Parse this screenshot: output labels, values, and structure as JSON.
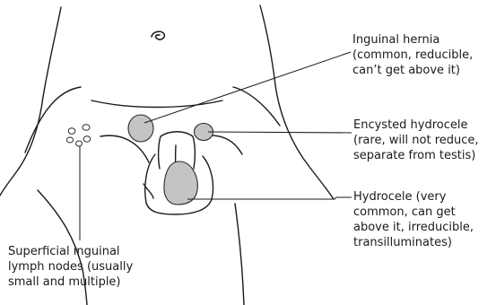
{
  "labels": {
    "inguinal_hernia": [
      "Inguinal hernia",
      "(common, reducible,",
      "can’t get above it)"
    ],
    "encysted_hydrocele": [
      "Encysted hydrocele",
      "(rare, will not reduce,",
      "separate from testis)"
    ],
    "hydrocele": [
      "Hydrocele (very",
      "common, can get",
      "above it, irreducible,",
      "transilluminates)"
    ],
    "lymph_nodes": [
      "Superficial inguinal",
      "lymph nodes (usually",
      "small and multiple)"
    ]
  },
  "colors": {
    "line": "#1a1a1a",
    "mass_fill": "#c4c4c4",
    "background": "#ffffff"
  }
}
